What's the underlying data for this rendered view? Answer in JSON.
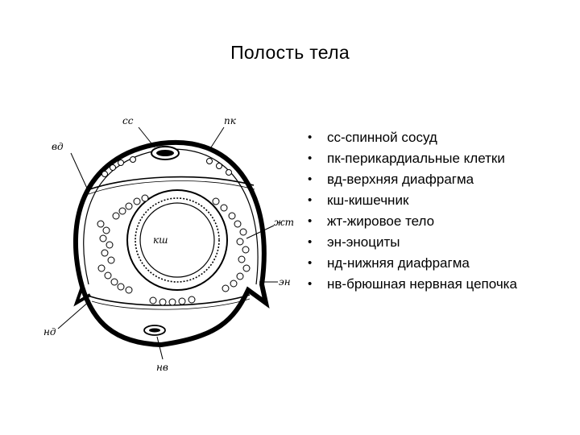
{
  "title": "Полость тела",
  "diagram": {
    "labels": {
      "ss": "сс",
      "pk": "пк",
      "vd": "вд",
      "ksh": "кш",
      "zht": "жт",
      "en": "эн",
      "nd": "нд",
      "nv": "нв"
    }
  },
  "legend": [
    {
      "text": "сс-спинной сосуд"
    },
    {
      "text": "пк-перикардиальные клетки"
    },
    {
      "text": "вд-верхняя диафрагма"
    },
    {
      "text": "кш-кишечник"
    },
    {
      "text": "жт-жировое тело"
    },
    {
      "text": "эн-эноциты"
    },
    {
      "text": "нд-нижняя диафрагма"
    },
    {
      "text": "нв-брюшная нервная цепочка"
    }
  ],
  "bullet": "•"
}
